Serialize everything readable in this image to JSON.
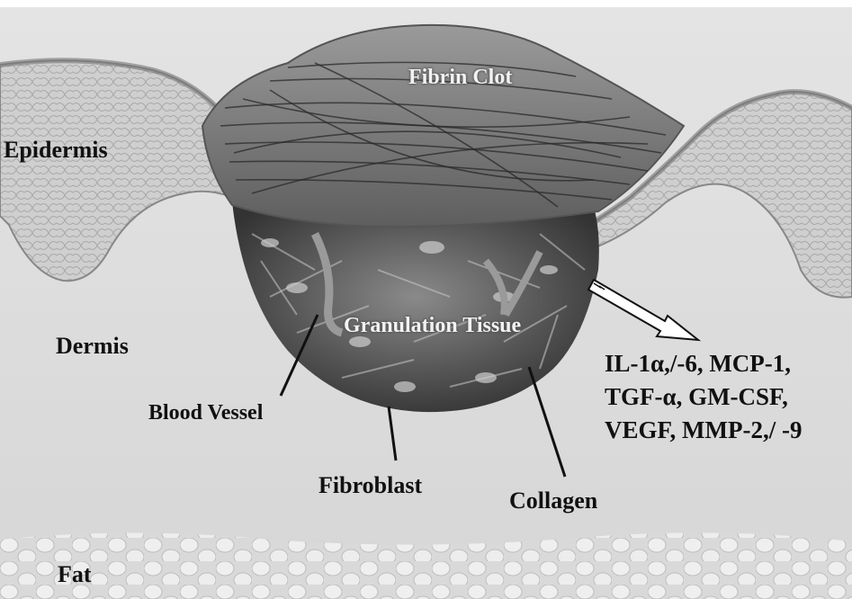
{
  "labels": {
    "fibrin_clot": "Fibrin Clot",
    "epidermis": "Epidermis",
    "dermis": "Dermis",
    "granulation_tissue": "Granulation Tissue",
    "blood_vessel": "Blood Vessel",
    "fibroblast": "Fibroblast",
    "collagen": "Collagen",
    "fat": "Fat"
  },
  "secreted_factors": [
    "IL-1α,/-6, MCP-1,",
    "TGF-α, GM-CSF,",
    "VEGF, MMP-2,/ -9"
  ]
}
